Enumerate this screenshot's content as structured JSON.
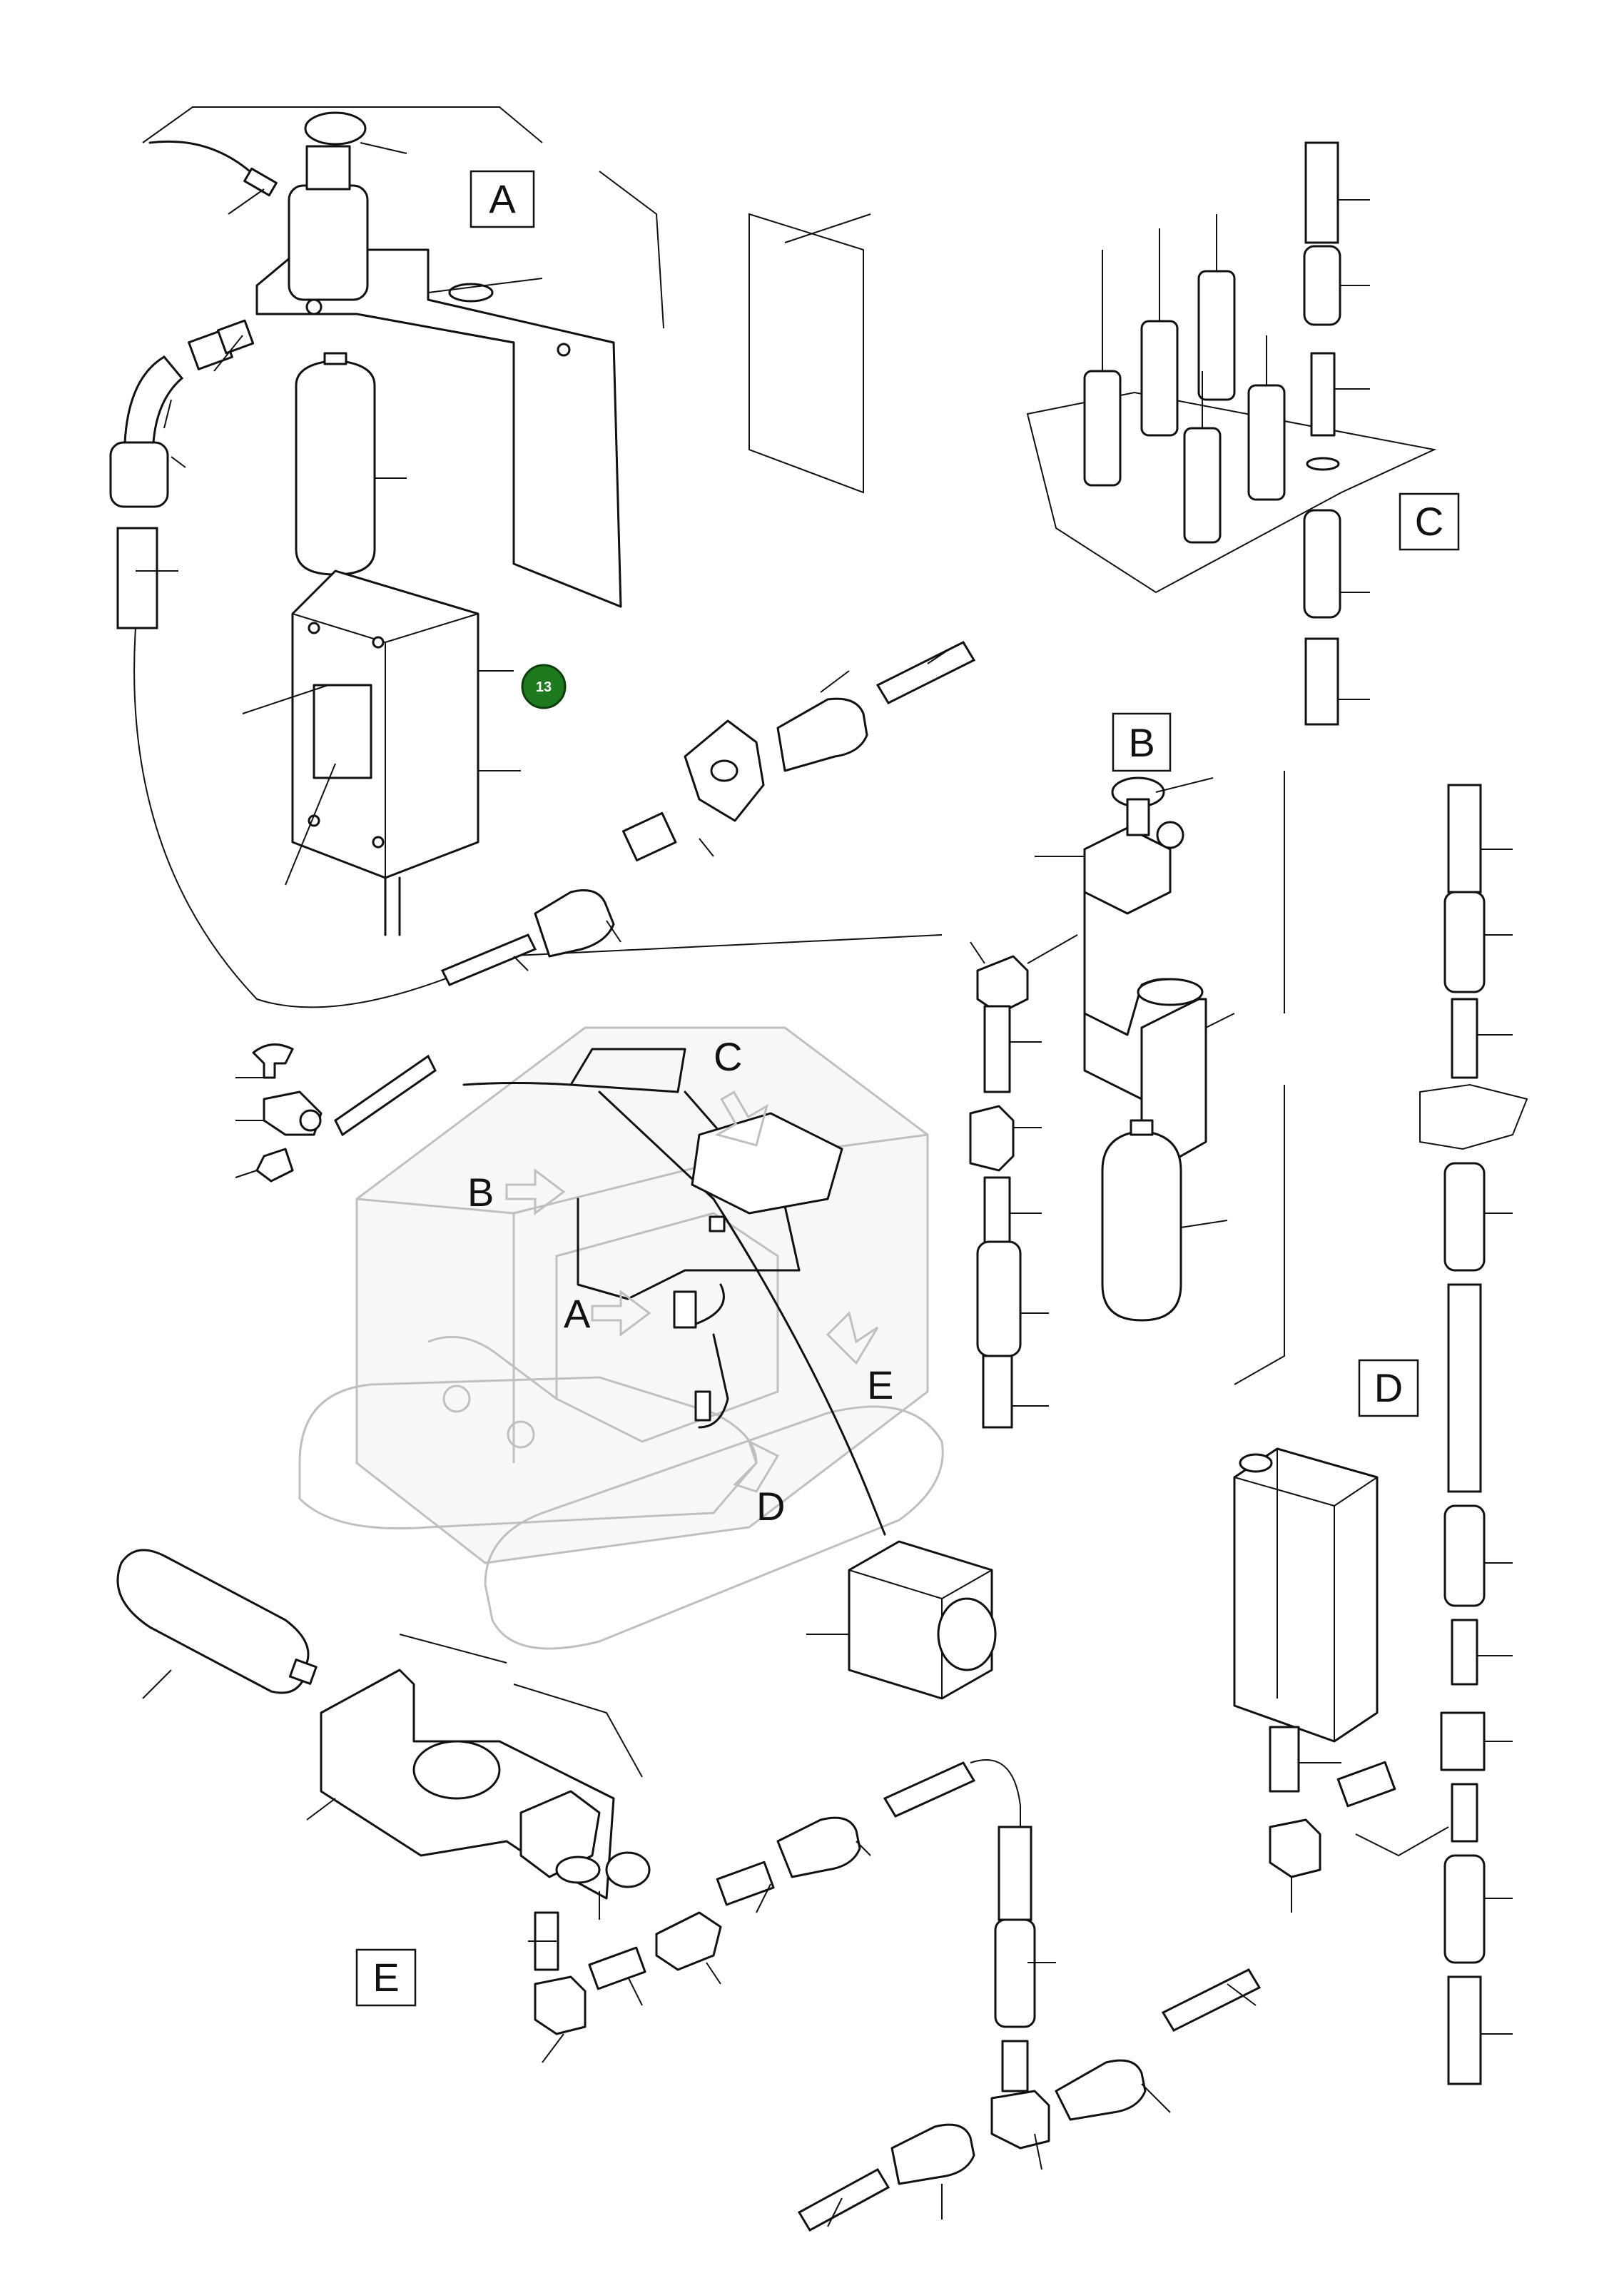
{
  "section_labels": {
    "a": "A",
    "b": "B",
    "c": "C",
    "d": "D",
    "e": "E"
  },
  "machine_callouts": {
    "a": "A",
    "b": "B",
    "c": "C",
    "d": "D",
    "e": "E"
  },
  "badge": {
    "number": "13",
    "color": "#1e7a1e"
  }
}
